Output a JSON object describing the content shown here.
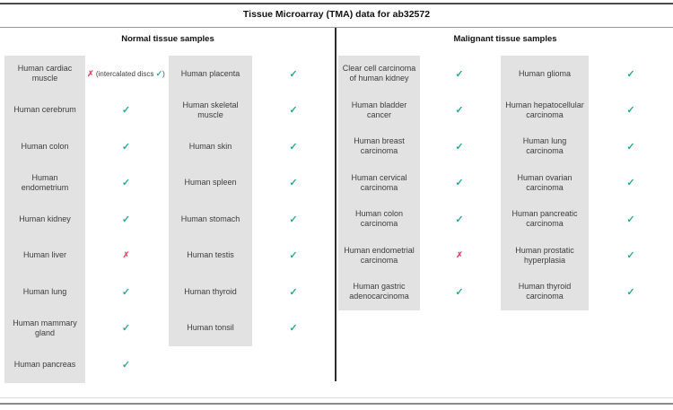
{
  "title": "Tissue Microarray (TMA) data for ab32572",
  "marks": {
    "check": "✓",
    "cross": "✗"
  },
  "colors": {
    "check": "#2fa98c",
    "cross": "#e0506a",
    "cell_bg": "#e2e2e2"
  },
  "sections": [
    {
      "header": "Normal tissue samples",
      "columns": [
        {
          "rows": [
            {
              "label": "Human cardiac muscle",
              "result": "cross",
              "note_before_mark": "(intercalated discs ",
              "note_mark": "check",
              "note_after_mark": ")"
            },
            {
              "label": "Human cerebrum",
              "result": "check"
            },
            {
              "label": "Human colon",
              "result": "check"
            },
            {
              "label": "Human endometrium",
              "result": "check"
            },
            {
              "label": "Human kidney",
              "result": "check"
            },
            {
              "label": "Human liver",
              "result": "cross"
            },
            {
              "label": "Human lung",
              "result": "check"
            },
            {
              "label": "Human mammary gland",
              "result": "check"
            },
            {
              "label": "Human pancreas",
              "result": "check"
            }
          ]
        },
        {
          "rows": [
            {
              "label": "Human placenta",
              "result": "check"
            },
            {
              "label": "Human skeletal muscle",
              "result": "check"
            },
            {
              "label": "Human skin",
              "result": "check"
            },
            {
              "label": "Human spleen",
              "result": "check"
            },
            {
              "label": "Human stomach",
              "result": "check"
            },
            {
              "label": "Human testis",
              "result": "check"
            },
            {
              "label": "Human thyroid",
              "result": "check"
            },
            {
              "label": "Human tonsil",
              "result": "check"
            }
          ]
        }
      ]
    },
    {
      "header": "Malignant tissue samples",
      "columns": [
        {
          "rows": [
            {
              "label": "Clear cell carcinoma of human kidney",
              "result": "check"
            },
            {
              "label": "Human bladder cancer",
              "result": "check"
            },
            {
              "label": "Human breast carcinoma",
              "result": "check"
            },
            {
              "label": "Human cervical carcinoma",
              "result": "check"
            },
            {
              "label": "Human colon carcinoma",
              "result": "check"
            },
            {
              "label": "Human endometrial carcinoma",
              "result": "cross"
            },
            {
              "label": "Human gastric adenocarcinoma",
              "result": "check"
            }
          ]
        },
        {
          "rows": [
            {
              "label": "Human glioma",
              "result": "check"
            },
            {
              "label": "Human hepatocellular carcinoma",
              "result": "check"
            },
            {
              "label": "Human lung carcinoma",
              "result": "check"
            },
            {
              "label": "Human ovarian carcinoma",
              "result": "check"
            },
            {
              "label": "Human pancreatic carcinoma",
              "result": "check"
            },
            {
              "label": "Human prostatic hyperplasia",
              "result": "check"
            },
            {
              "label": "Human thyroid carcinoma",
              "result": "check"
            }
          ]
        }
      ]
    }
  ]
}
